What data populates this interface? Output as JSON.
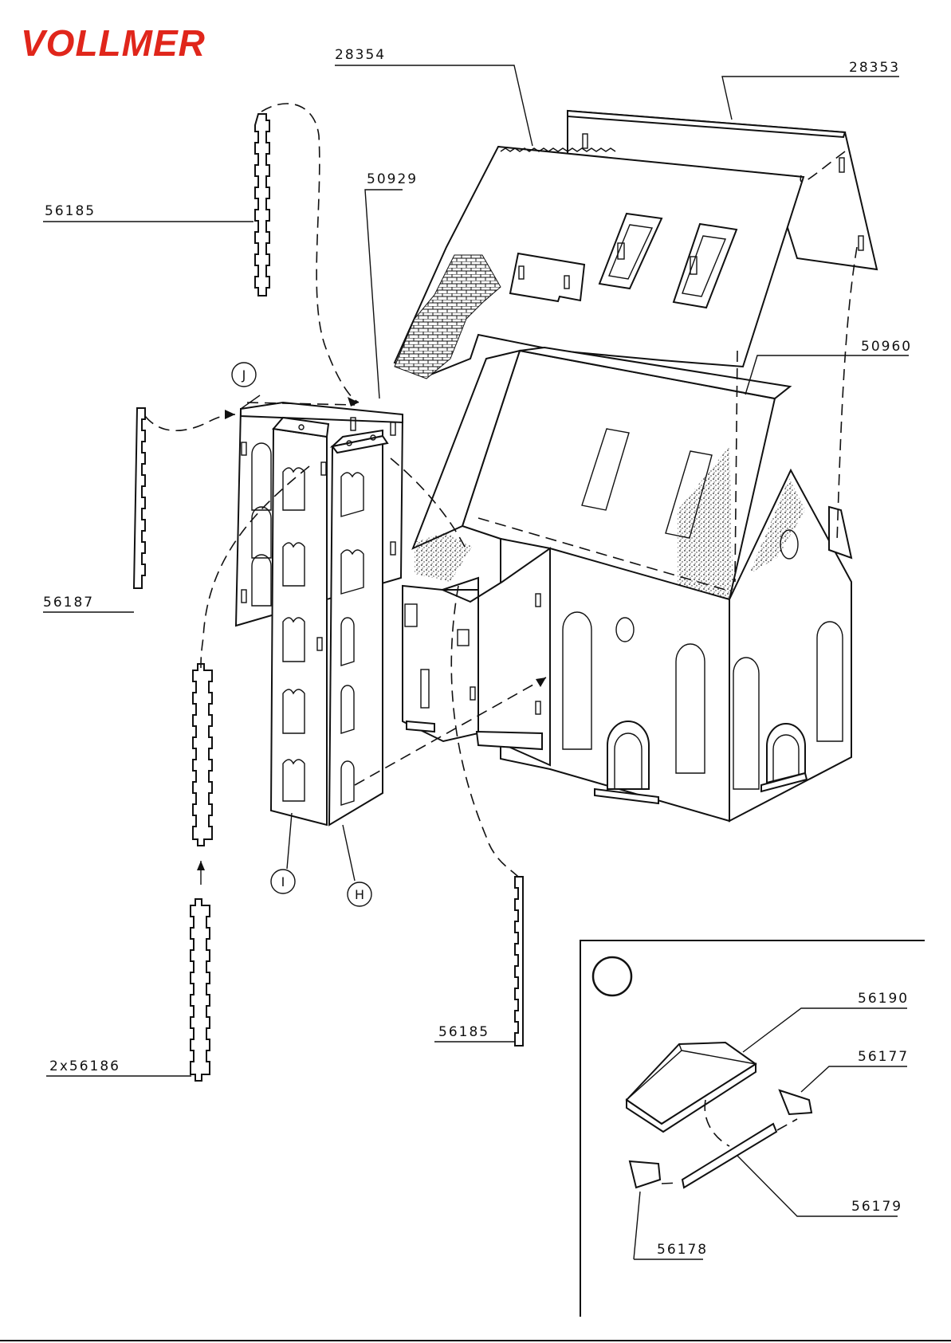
{
  "brand": {
    "logo_text": "VOLLMER",
    "logo_color": "#e0261b"
  },
  "part_numbers": {
    "roof_left": "28354",
    "roof_right": "28353",
    "side_strip_top": "56185",
    "tower_wall": "50929",
    "gable_wall": "50960",
    "side_strip_left": "56187",
    "corner_strips": "2x56186",
    "side_strip_bottom": "56185"
  },
  "assembly_markers": {
    "j": "J",
    "i": "I",
    "h": "H"
  },
  "inset": {
    "marker": "",
    "parts": {
      "cap": "56190",
      "bracket_right": "56177",
      "beam": "56179",
      "bracket_left": "56178"
    }
  },
  "colors": {
    "line": "#111111",
    "paper": "#ffffff"
  }
}
